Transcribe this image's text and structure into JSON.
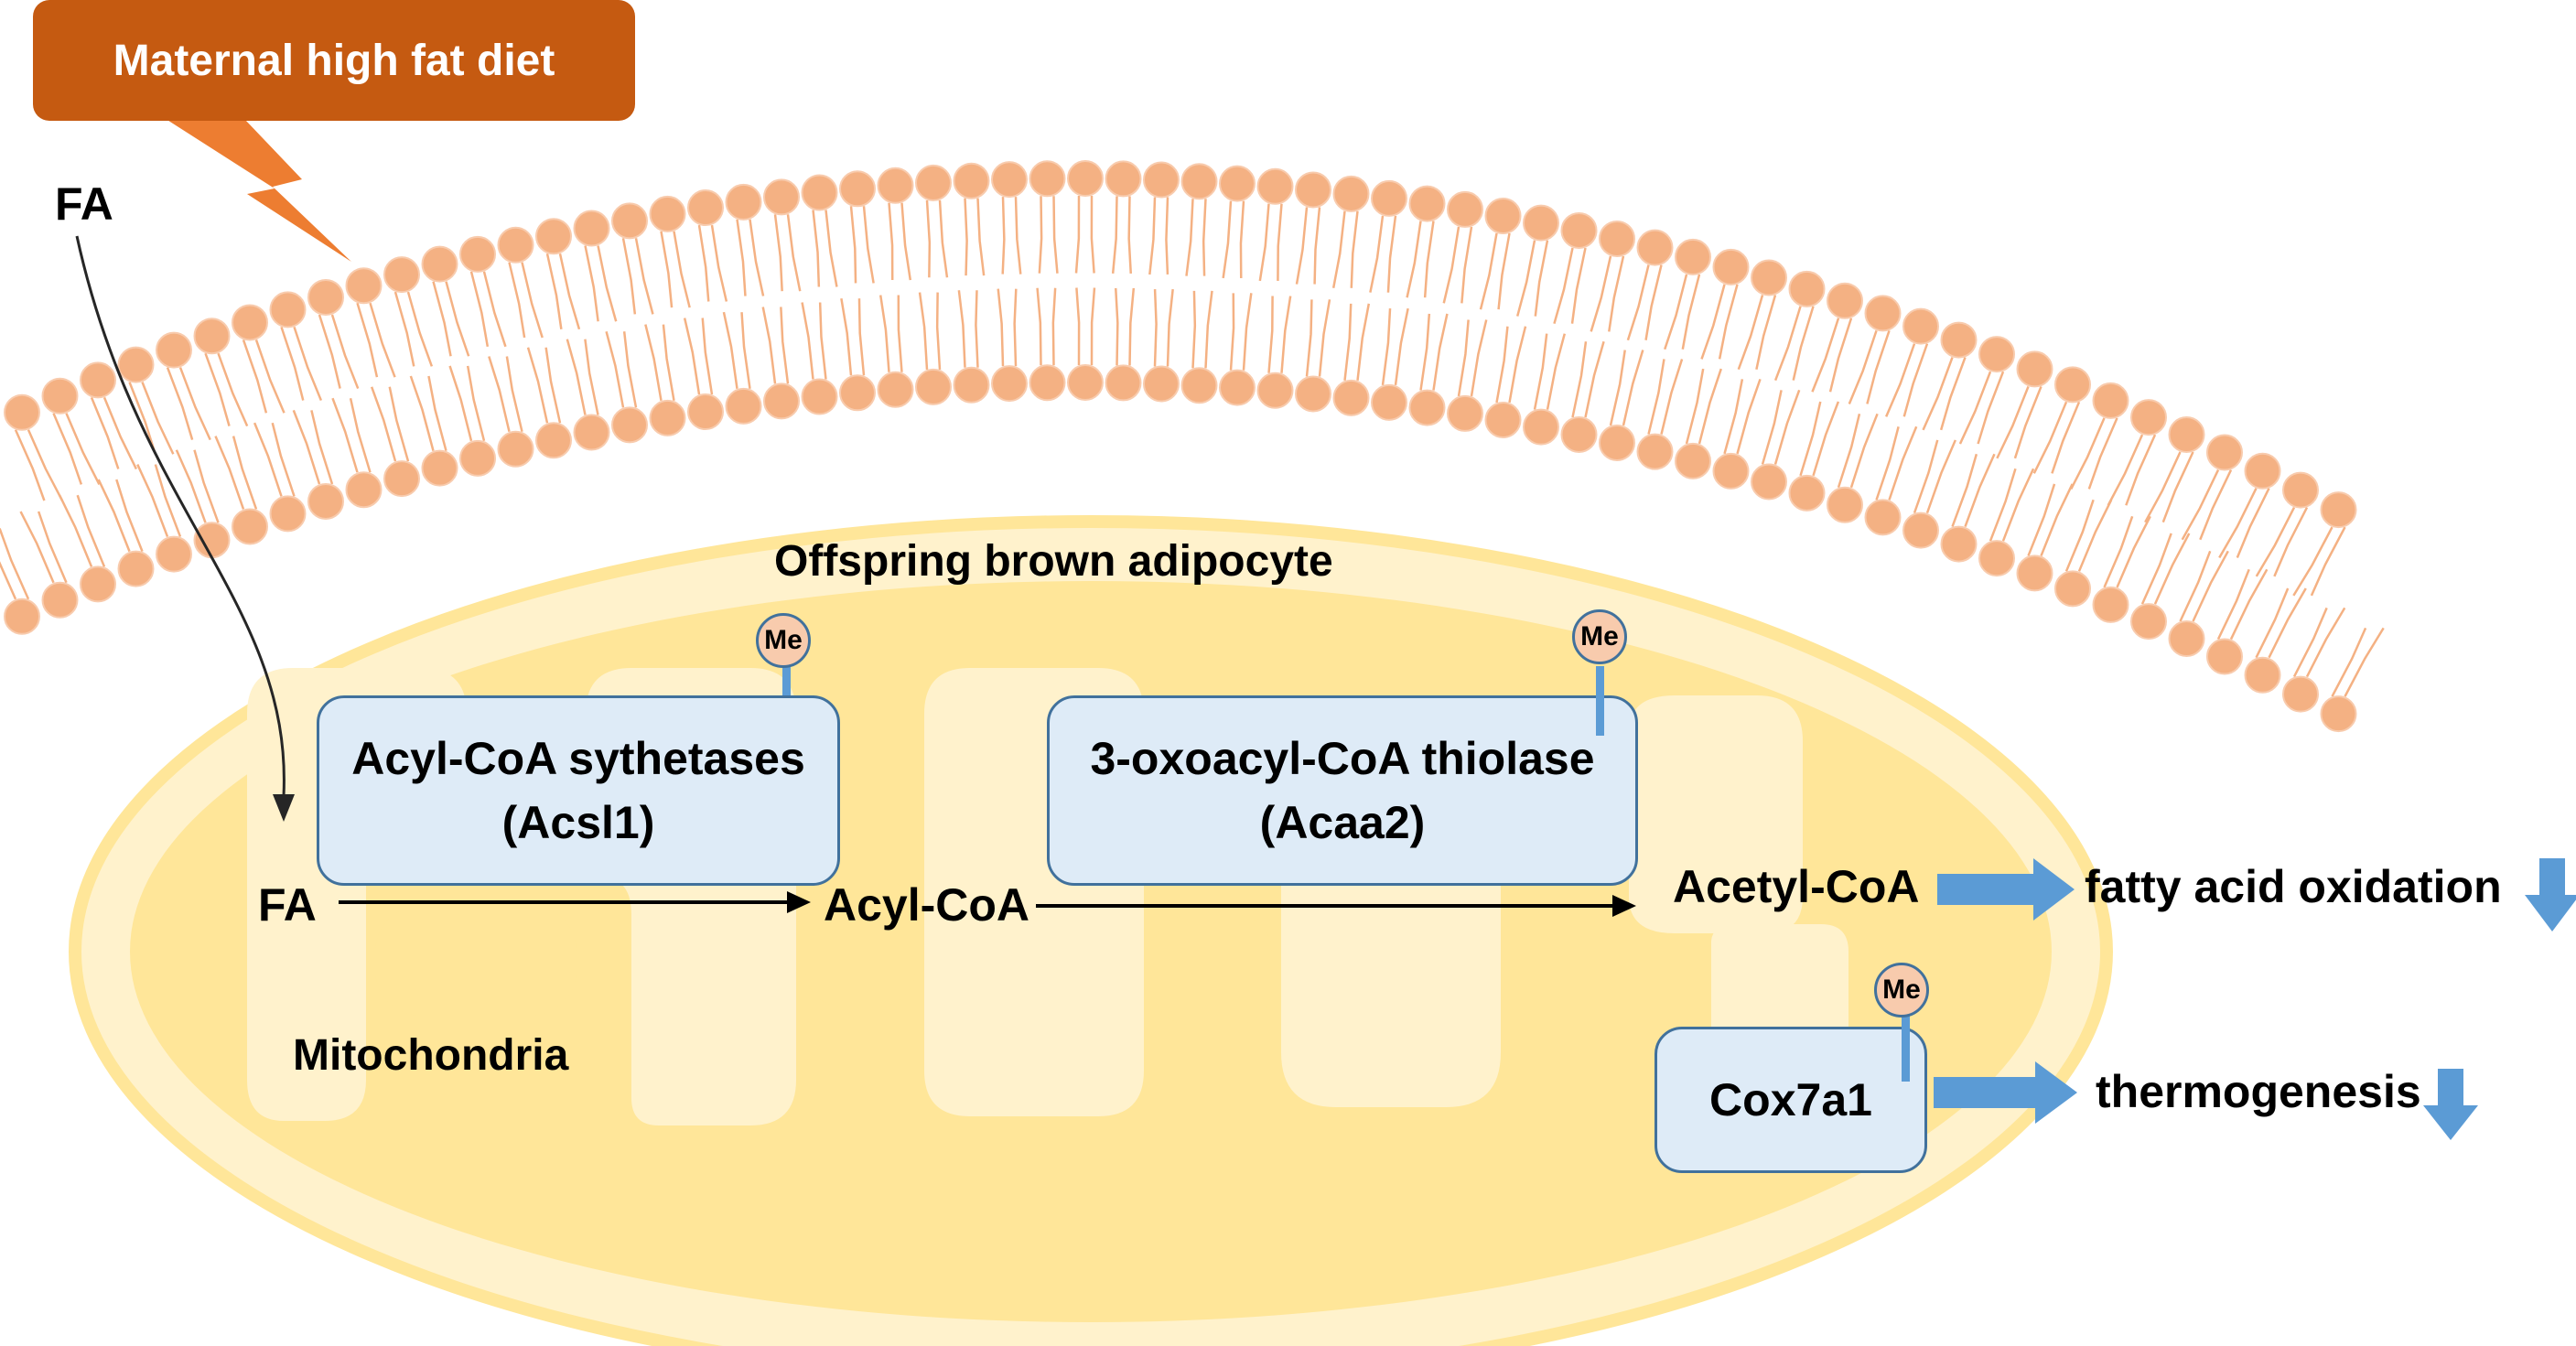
{
  "banner": {
    "label": "Maternal high fat diet"
  },
  "labels": {
    "fa_outside": "FA",
    "cell": "Offspring brown adipocyte",
    "mitochondria": "Mitochondria",
    "fa_inside": "FA",
    "acyl_coa": "Acyl-CoA",
    "acetyl_coa": "Acetyl-CoA",
    "fatty_acid_oxidation": "fatty acid oxidation",
    "thermogenesis": "thermogenesis"
  },
  "enzymes": {
    "acsl1": {
      "line1": "Acyl-CoA sythetases",
      "line2": "(Acsl1)"
    },
    "acaa2": {
      "line1": "3-oxoacyl-CoA thiolase",
      "line2": "(Acaa2)"
    },
    "cox7a1": {
      "label": "Cox7a1"
    }
  },
  "methyl_mark": "Me",
  "colors": {
    "banner": "#c55a11",
    "lightning": "#ed7d31",
    "membrane_head": "#f4b183",
    "cell_body": "#fff2cc",
    "mitochondrion": "#ffe699",
    "enzyme_box": "#deebf7",
    "arrow_blue": "#5b9bd5",
    "methyl": "#f8cbad"
  }
}
